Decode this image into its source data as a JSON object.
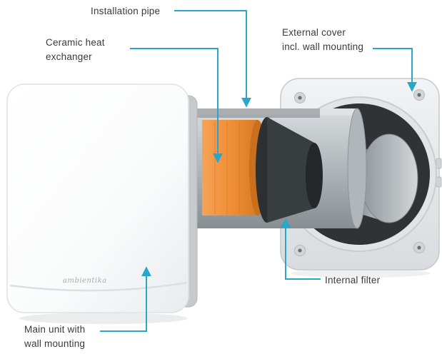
{
  "labels": {
    "installation_pipe": "Installation pipe",
    "ceramic_heat_exchanger": "Ceramic heat\nexchanger",
    "external_cover": "External cover\nincl. wall mounting",
    "internal_filter": "Internal filter",
    "main_unit": "Main unit with\nwall mounting"
  },
  "illustration": {
    "brand": "ambientika",
    "parts": [
      "main-unit",
      "installation-pipe",
      "ceramic-heat-exchanger",
      "internal-filter",
      "external-cover"
    ],
    "colors": {
      "accent": "#2aa7c8",
      "label_text": "#3a3a3a",
      "exchanger_orange": "#ee8d35",
      "pipe_gray": "#b4babd",
      "filter_dark": "#303437",
      "cover_gray": "#e6e9eb",
      "unit_white": "#ffffff"
    }
  }
}
